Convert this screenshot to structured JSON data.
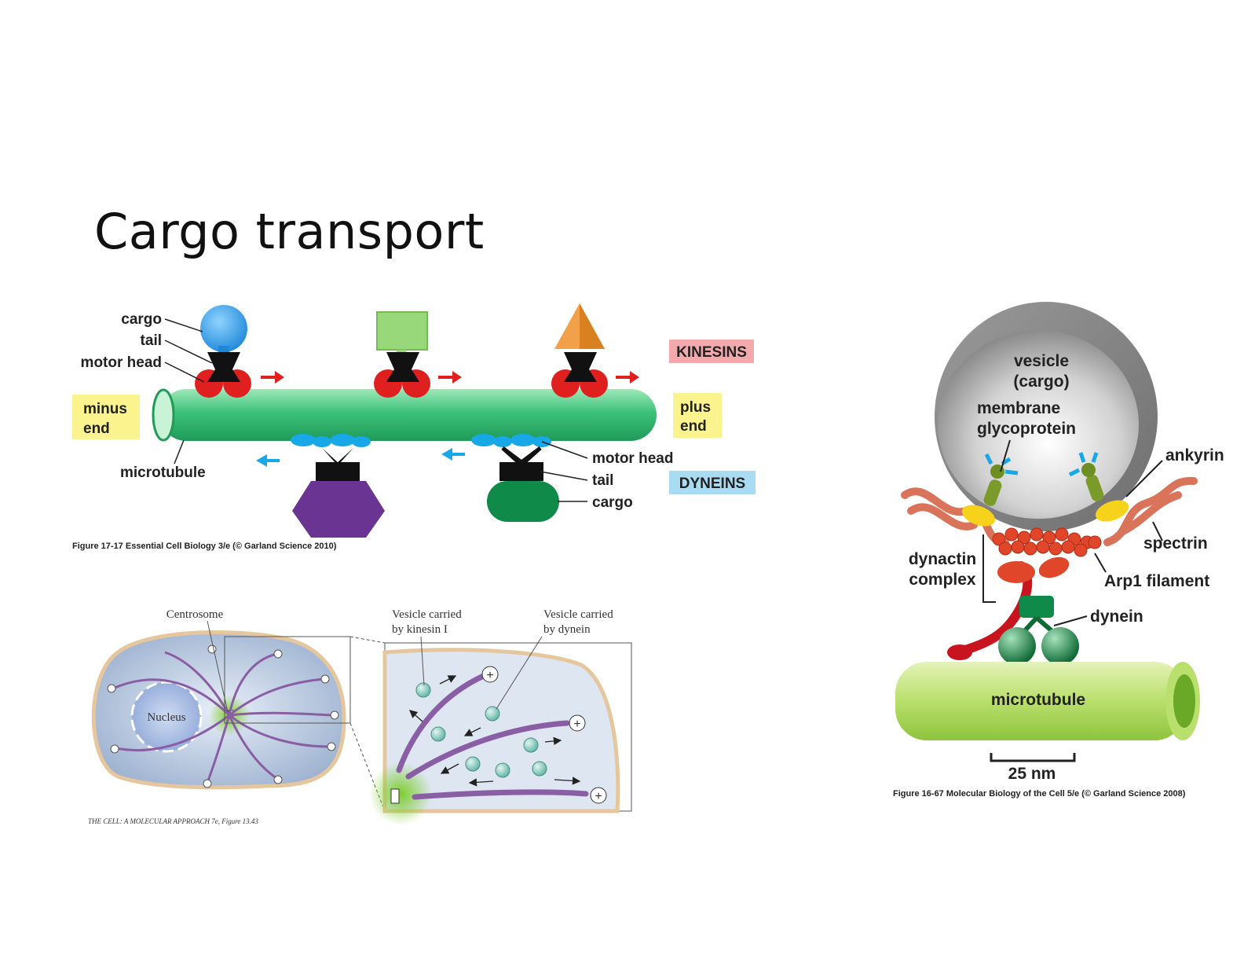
{
  "slide": {
    "title": "Cargo transport"
  },
  "figure_kinesin_dynein": {
    "labels": {
      "cargo": "cargo",
      "tail": "tail",
      "motor_head": "motor head",
      "minus_end_1": "minus",
      "minus_end_2": "end",
      "plus_end_1": "plus",
      "plus_end_2": "end",
      "microtubule": "microtubule",
      "kinesins": "KINESINS",
      "dyneins": "DYNEINS",
      "dynein_motor_head": "motor head",
      "dynein_tail": "tail",
      "dynein_cargo": "cargo"
    },
    "caption": "Figure 17-17  Essential Cell Biology 3/e (© Garland Science 2010)",
    "colors": {
      "kinesin_box": "#f4a9ac",
      "dynein_box": "#a9dcf2",
      "end_box": "#fbf48e",
      "microtubule": "#3cc27a"
    }
  },
  "figure_cell": {
    "labels": {
      "centrosome": "Centrosome",
      "nucleus": "Nucleus",
      "vesicle_kinesin_1": "Vesicle carried",
      "vesicle_kinesin_2": "by kinesin I",
      "vesicle_dynein_1": "Vesicle carried",
      "vesicle_dynein_2": "by dynein"
    },
    "caption": "THE CELL: A MOLECULAR APPROACH 7e, Figure 13.43"
  },
  "figure_dynactin": {
    "labels": {
      "vesicle_1": "vesicle",
      "vesicle_2": "(cargo)",
      "membrane_1": "membrane",
      "membrane_2": "glycoprotein",
      "ankyrin": "ankyrin",
      "spectrin": "spectrin",
      "dynactin_1": "dynactin",
      "dynactin_2": "complex",
      "arp1": "Arp1 filament",
      "dynein": "dynein",
      "microtubule": "microtubule",
      "scale": "25 nm"
    },
    "caption": "Figure 16-67  Molecular Biology of the Cell 5/e (© Garland Science 2008)"
  }
}
